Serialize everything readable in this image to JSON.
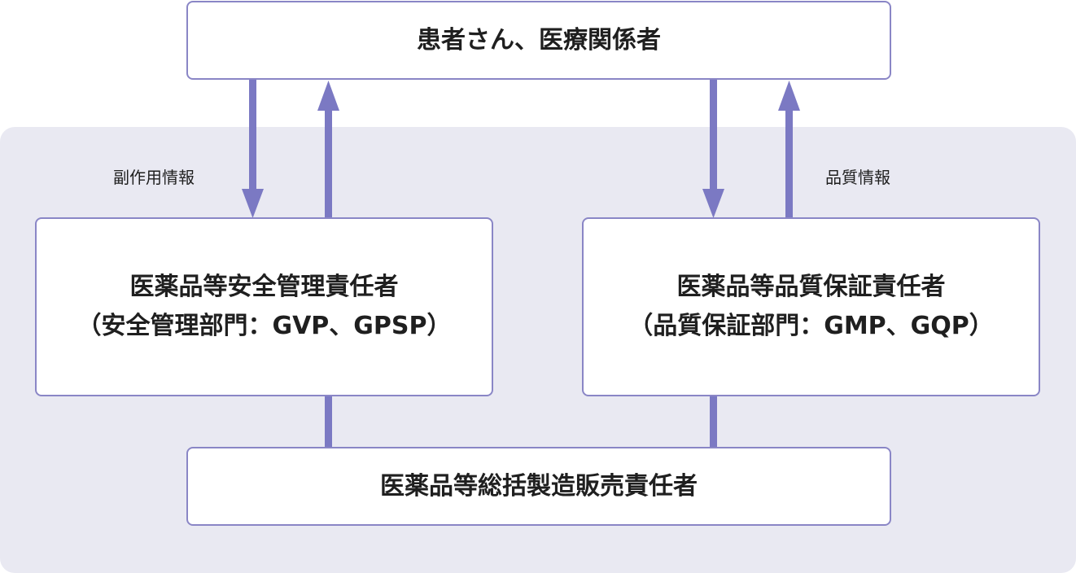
{
  "colors": {
    "panel": "#e9e9f2",
    "box_border": "#8a86c6",
    "arrow": "#7b79c3"
  },
  "nodes": {
    "top": "患者さん、医療関係者",
    "left_line1": "医薬品等安全管理責任者",
    "left_line2": "（安全管理部門：GVP、GPSP）",
    "right_line1": "医薬品等品質保証責任者",
    "right_line2": "（品質保証部門：GMP、GQP）",
    "bottom": "医薬品等総括製造販売責任者"
  },
  "edge_labels": {
    "left": "副作用情報",
    "right": "品質情報"
  }
}
